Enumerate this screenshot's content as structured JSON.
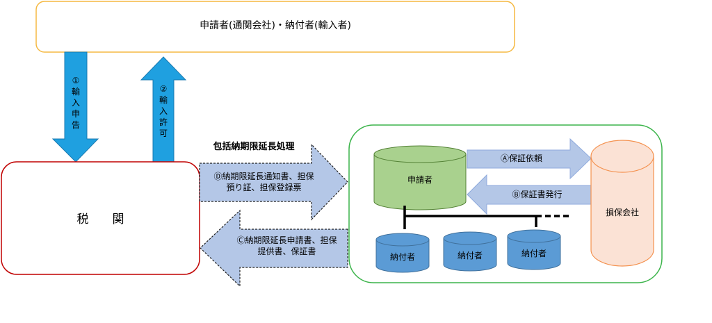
{
  "applicant_box": {
    "label": "申請者(通関会社)・納付者(輸入者)"
  },
  "arrow_import_declaration": {
    "label": "①輸入申告"
  },
  "arrow_import_permit": {
    "label": "②輸入許可"
  },
  "customs_box": {
    "label": "税　　関"
  },
  "process_title": "包括納期限延長処理",
  "arrow_d": {
    "line1": "Ⓓ納期限延長通知書、担保",
    "line2": "預り証、担保登録票"
  },
  "arrow_c": {
    "line1": "Ⓒ納期限延長申請書、担保",
    "line2": "提供書、保証書"
  },
  "applicant_cylinder": {
    "label": "申請者"
  },
  "arrow_a": {
    "label": "Ⓐ保証依頼"
  },
  "arrow_b": {
    "label": "Ⓑ保証書発行"
  },
  "insurer_cylinder": {
    "label": "損保会社"
  },
  "payers": [
    {
      "label": "納付者"
    },
    {
      "label": "納付者"
    },
    {
      "label": "納付者"
    }
  ],
  "colors": {
    "blue_arrow": "#1fa0e0",
    "light_arrow": "#b4c7e7",
    "green": "#a9d18e",
    "payer": "#5b9bd5",
    "insurer": "#fbe2d5"
  }
}
